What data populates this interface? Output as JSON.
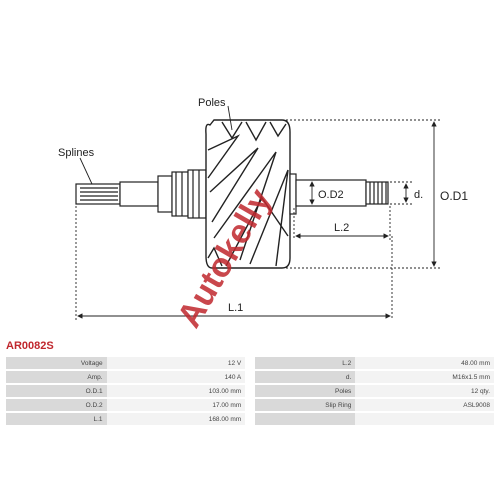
{
  "diagram": {
    "label_poles": "Poles",
    "label_splines": "Splines",
    "label_od2": "O.D2",
    "label_d": "d.",
    "label_od1": "O.D1",
    "label_l2": "L.2",
    "label_l1": "L.1",
    "watermark": "Autokelly"
  },
  "part_number": "AR0082S",
  "specs": [
    {
      "k1": "Voltage",
      "v1": "12 V",
      "k2": "L.2",
      "v2": "48.00 mm"
    },
    {
      "k1": "Amp.",
      "v1": "140 A",
      "k2": "d.",
      "v2": "M16x1.5 mm"
    },
    {
      "k1": "O.D.1",
      "v1": "103.00 mm",
      "k2": "Poles",
      "v2": "12 qty."
    },
    {
      "k1": "O.D.2",
      "v1": "17.00 mm",
      "k2": "Slip Ring",
      "v2": "ASL9008"
    },
    {
      "k1": "L.1",
      "v1": "168.00 mm",
      "k2": "",
      "v2": ""
    }
  ],
  "colors": {
    "brand_red": "#c0272d"
  }
}
